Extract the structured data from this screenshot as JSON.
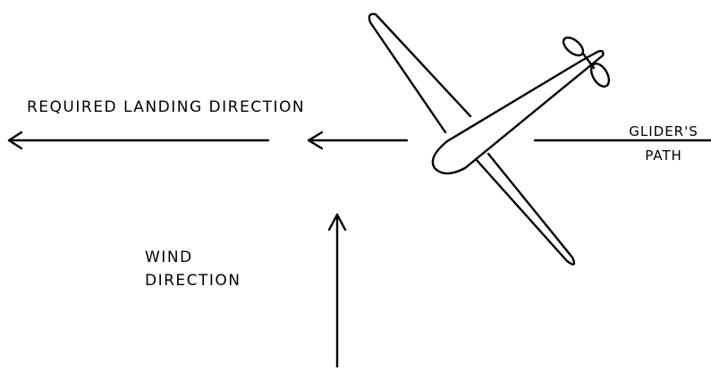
{
  "diagram": {
    "required_landing_label": "REQUIRED LANDING DIRECTION",
    "glider_path_label": {
      "line1": "GLIDER'S",
      "line2": "PATH"
    },
    "wind_label": {
      "line1": "WIND",
      "line2": "DIRECTION"
    },
    "colors": {
      "ink": "#000000",
      "paper": "#ffffff"
    }
  }
}
